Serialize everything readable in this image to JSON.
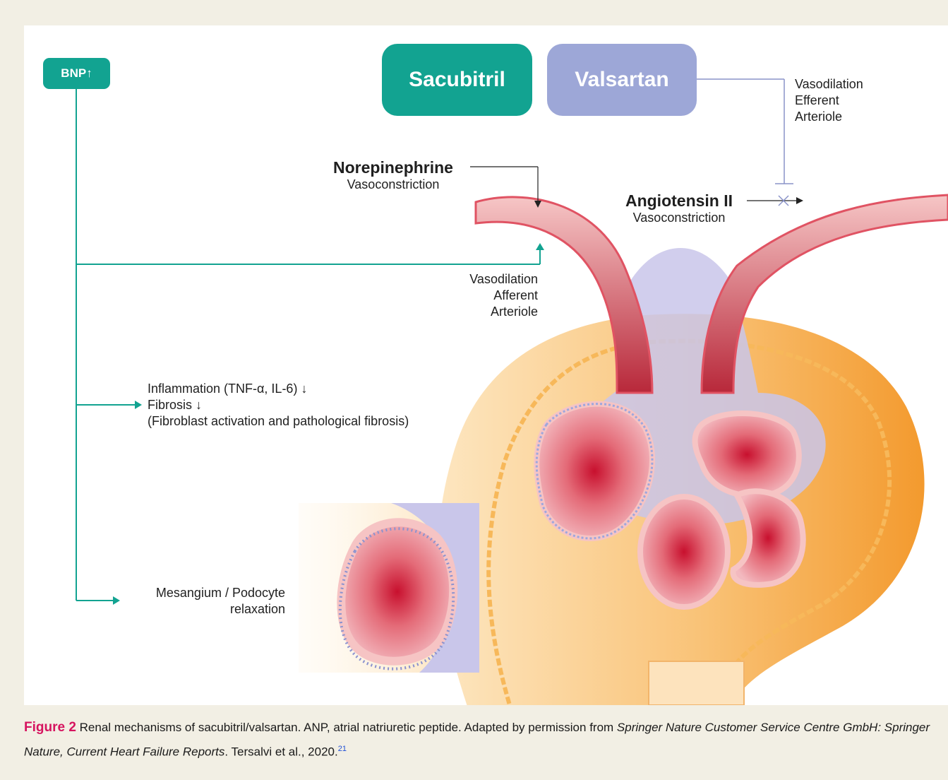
{
  "diagram": {
    "drugs": {
      "sacubitril": "Sacubitril",
      "valsartan": "Valsartan"
    },
    "bnp": "BNP↑",
    "valsartan_effect": [
      "Vasodilation",
      "Efferent",
      "Arteriole"
    ],
    "norepinephrine": {
      "name": "Norepinephrine",
      "effect": "Vasoconstriction"
    },
    "angiotensin": {
      "name": "Angiotensin II",
      "effect": "Vasoconstriction"
    },
    "afferent_effect": [
      "Vasodilation",
      "Afferent",
      "Arteriole"
    ],
    "inflammation": [
      "Inflammation (TNF-α, IL-6) ↓",
      "Fibrosis ↓",
      "(Fibroblast activation and pathological fibrosis)"
    ],
    "mesangium": [
      "Mesangium / Podocyte",
      "relaxation"
    ],
    "colors": {
      "teal": "#12a391",
      "lavender": "#9da7d7",
      "capillary": "#e0576a",
      "capsule": "#f5a94a"
    }
  },
  "caption": {
    "label": "Figure 2",
    "text1": "Renal mechanisms of sacubitril/valsartan. ANP, atrial natriuretic peptide. Adapted by permission from ",
    "source": "Springer Nature Customer Service Centre GmbH: Springer Nature, Current Heart Failure Reports",
    "text2": ". Tersalvi et al., 2020.",
    "ref": "21"
  }
}
